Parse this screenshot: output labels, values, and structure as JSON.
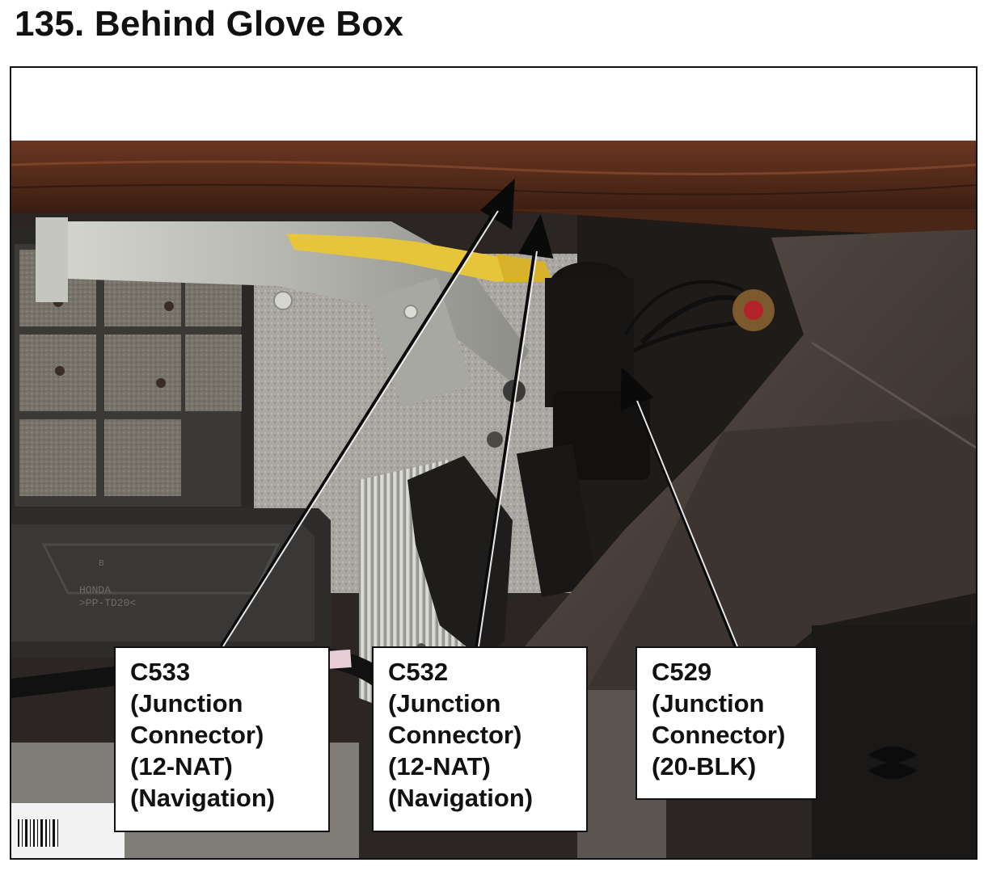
{
  "page": {
    "title": "135.  Behind Glove Box"
  },
  "figure": {
    "photo_icon": "photo-behind-glove-box",
    "callouts": [
      {
        "id": "C533",
        "lines": [
          "C533",
          "(Junction",
          "Connector)",
          "(12-NAT)",
          "(Navigation)"
        ]
      },
      {
        "id": "C532",
        "lines": [
          "C532",
          "(Junction",
          "Connector)",
          "(12-NAT)",
          "(Navigation)"
        ]
      },
      {
        "id": "C529",
        "lines": [
          "C529",
          "(Junction",
          "Connector)",
          "(20-BLK)"
        ]
      }
    ],
    "photo_texts": {
      "label_b": "B",
      "label_brand": "HONDA",
      "label_part": ">PP-TD20<"
    },
    "colors": {
      "wood_trim": "#5a2e1c",
      "dash_panel": "#4a3f3b",
      "metal": "#b9b9b4",
      "foam_filter": "#7c766c",
      "black_parts": "#1c1b1a",
      "tape_yellow": "#e6c53a",
      "tape_orange": "#e06a21"
    }
  }
}
